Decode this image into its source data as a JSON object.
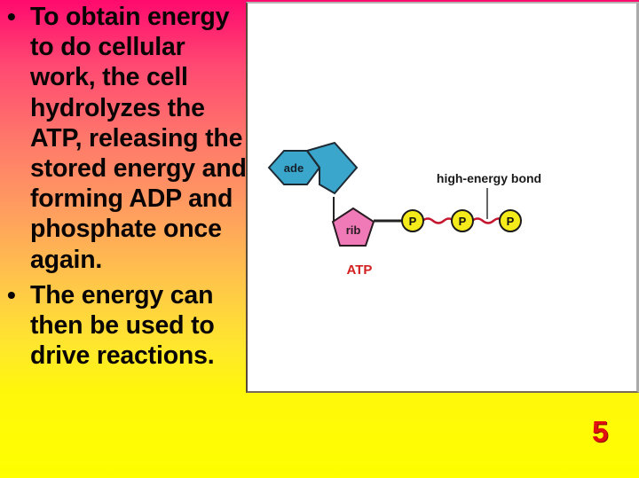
{
  "slide": {
    "bullets": [
      {
        "marker": "•",
        "text": "To obtain energy to do cellular work, the cell hydrolyzes the ATP, releasing the stored energy and forming ADP and phosphate once again."
      },
      {
        "marker": "•",
        "text": "The energy can then be used to drive reactions."
      }
    ],
    "slide_number": "5"
  },
  "diagram": {
    "adenine_label": "ade",
    "ribose_label": "rib",
    "molecule_label": "ATP",
    "phosphate_labels": [
      "P",
      "P",
      "P"
    ],
    "bond_annotation": "high-energy bond",
    "colors": {
      "adenine": "#3aa6cc",
      "ribose": "#f07ab8",
      "phosphate": "#f5ea1a",
      "high_energy_bond": "#c4162e",
      "atp_label": "#d22020"
    }
  }
}
